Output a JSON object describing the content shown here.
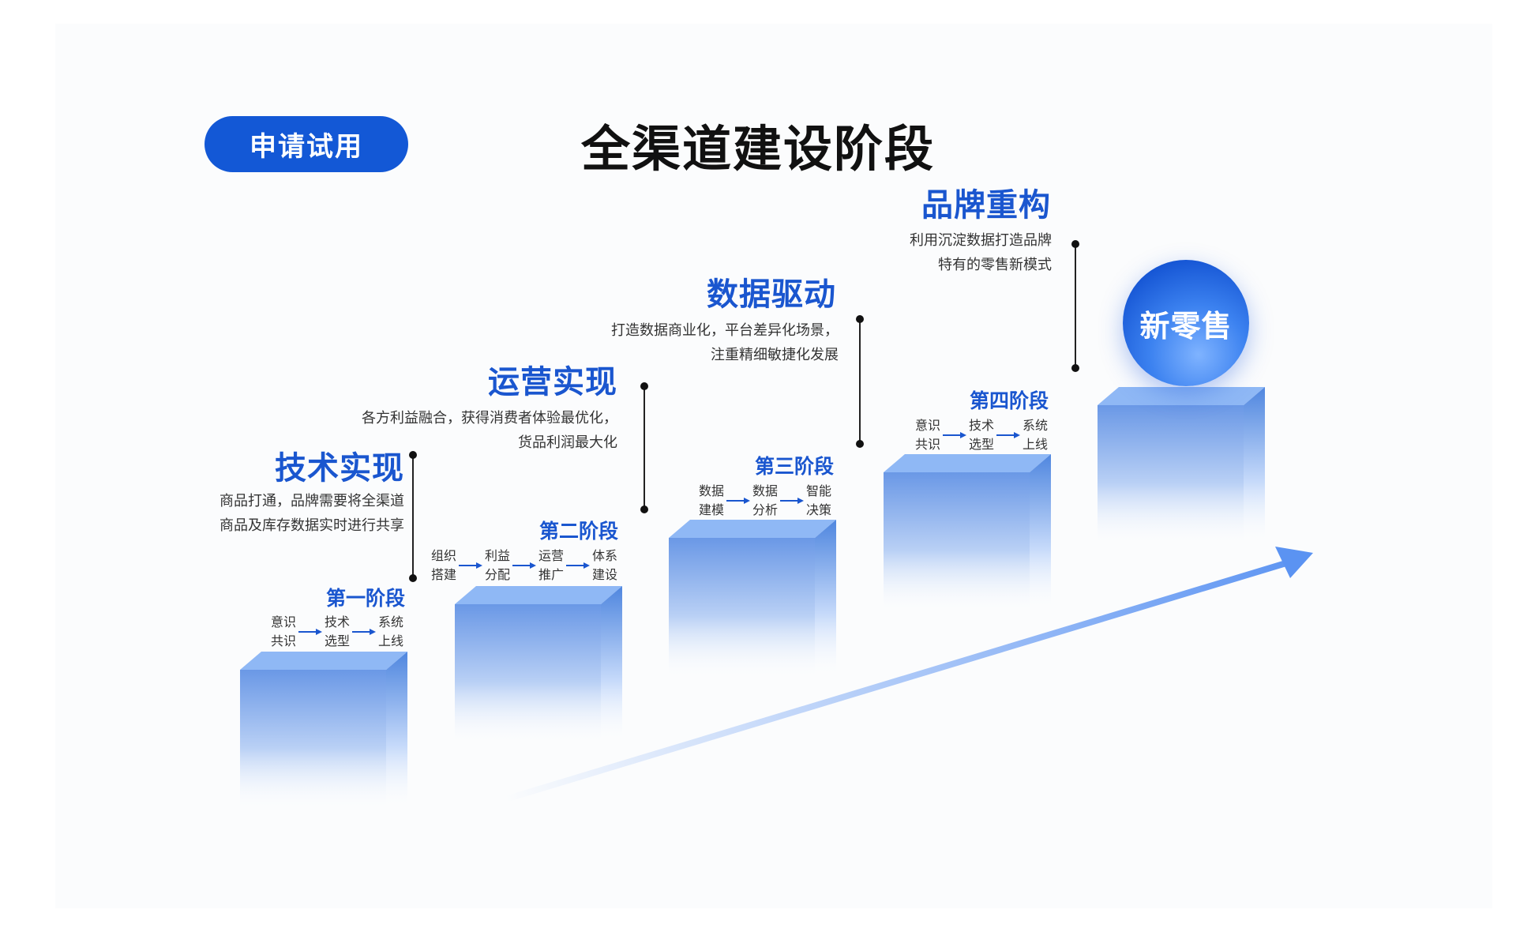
{
  "header": {
    "apply_button": "申请试用",
    "title": "全渠道建设阶段"
  },
  "stages": [
    {
      "name": "技术实现",
      "desc": [
        "商品打通，品牌需要将全渠道",
        "商品及库存数据实时进行共享"
      ],
      "phase": "第一阶段",
      "steps": [
        [
          "意识",
          "共识"
        ],
        [
          "技术",
          "选型"
        ],
        [
          "系统",
          "上线"
        ]
      ]
    },
    {
      "name": "运营实现",
      "desc": [
        "各方利益融合，获得消费者体验最优化，",
        "货品利润最大化"
      ],
      "phase": "第二阶段",
      "steps": [
        [
          "组织",
          "搭建"
        ],
        [
          "利益",
          "分配"
        ],
        [
          "运营",
          "推广"
        ],
        [
          "体系",
          "建设"
        ]
      ]
    },
    {
      "name": "数据驱动",
      "desc": [
        "打造数据商业化，平台差异化场景，",
        "注重精细敏捷化发展"
      ],
      "phase": "第三阶段",
      "steps": [
        [
          "数据",
          "建模"
        ],
        [
          "数据",
          "分析"
        ],
        [
          "智能",
          "决策"
        ]
      ]
    },
    {
      "name": "品牌重构",
      "desc": [
        "利用沉淀数据打造品牌",
        "特有的零售新模式"
      ],
      "phase": "第四阶段",
      "steps": [
        [
          "意识",
          "共识"
        ],
        [
          "技术",
          "选型"
        ],
        [
          "系统",
          "上线"
        ]
      ]
    }
  ],
  "goal": {
    "label": "新零售"
  },
  "colors": {
    "accent": "#1a56cf",
    "button": "#1358d6",
    "block_top": "#8fb8f5",
    "block_front": "#6b9ae8",
    "arrow": "#5b93f2"
  }
}
